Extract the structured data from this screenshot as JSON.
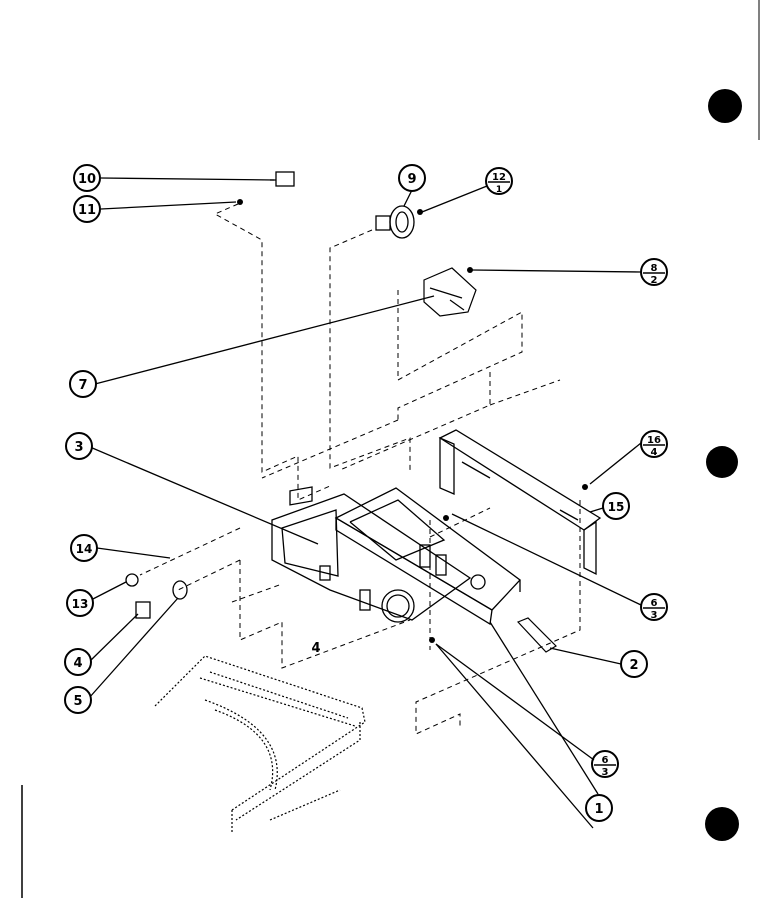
{
  "diagram": {
    "callouts": {
      "c1": "1",
      "c2": "2",
      "c3": "3",
      "c4": "4",
      "c5": "5",
      "c7": "7",
      "c9": "9",
      "c10": "10",
      "c11": "11",
      "c13": "13",
      "c14": "14",
      "c15": "15"
    },
    "fractions": {
      "f12": {
        "num": "12",
        "den": "1"
      },
      "f8": {
        "num": "8",
        "den": "2"
      },
      "f16": {
        "num": "16",
        "den": "4"
      },
      "f6a": {
        "num": "6",
        "den": "3"
      },
      "f6b": {
        "num": "6",
        "den": "3"
      }
    },
    "panel_label": "4"
  },
  "colors": {
    "ink": "#000000",
    "paper": "#ffffff"
  }
}
